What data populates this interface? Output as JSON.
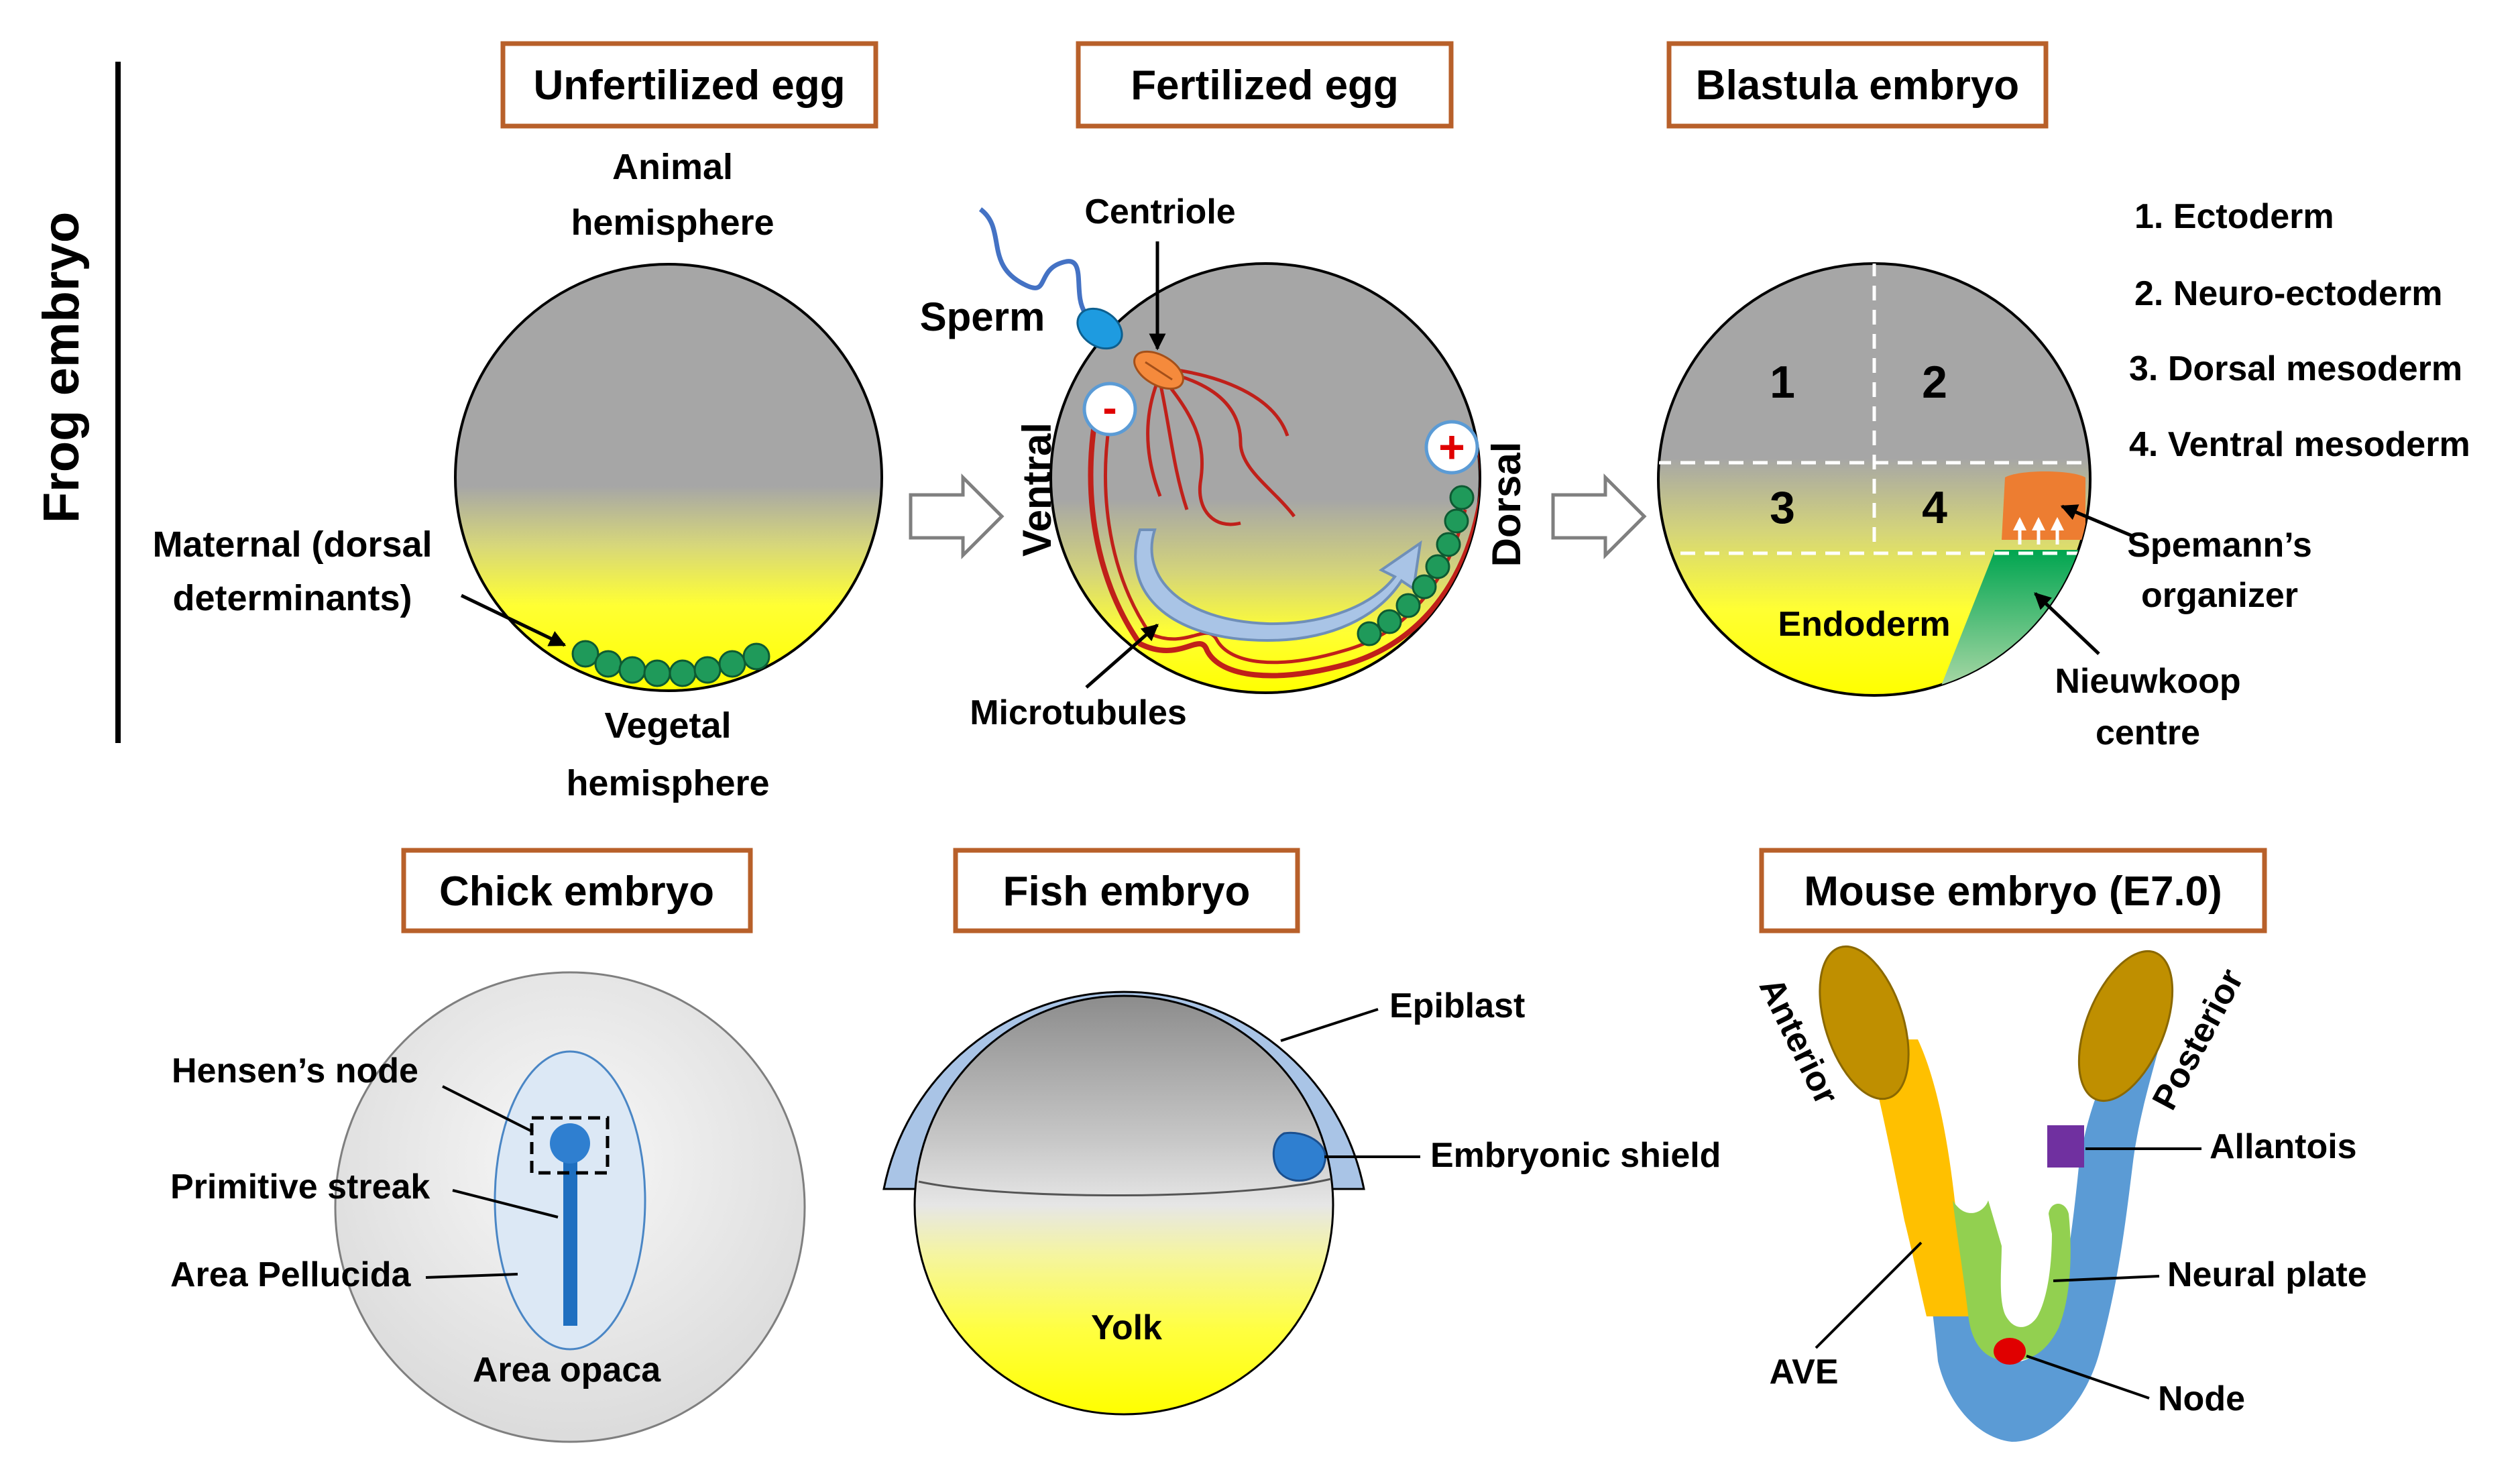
{
  "colors": {
    "box_border": "#b8602a",
    "grey": "#a6a6a6",
    "yellow": "#ffff00",
    "green_dot": "#1f9a5a",
    "microtubule": "#c0201a",
    "light_blue": "#a9c4e6",
    "mid_blue": "#5b9bd5",
    "dark_blue": "#1f6fc0",
    "orange": "#f5a623",
    "mustard": "#c4920a",
    "lime": "#92d050",
    "purple": "#7030a0",
    "node_red": "#e00000"
  },
  "frog": {
    "section_label": "Frog embryo",
    "unfertilized": {
      "title": "Unfertilized egg",
      "animal_line1": "Animal",
      "animal_line2": "hemisphere",
      "vegetal_line1": "Vegetal",
      "vegetal_line2": "hemisphere",
      "maternal_line1": "Maternal (dorsal",
      "maternal_line2": "determinants)"
    },
    "fertilized": {
      "title": "Fertilized egg",
      "sperm": "Sperm",
      "centriole": "Centriole",
      "ventral": "Ventral",
      "dorsal": "Dorsal",
      "microtubules": "Microtubules",
      "minus": "-",
      "plus": "+"
    },
    "blastula": {
      "title": "Blastula embryo",
      "q1": "1",
      "q2": "2",
      "q3": "3",
      "q4": "4",
      "endoderm": "Endoderm",
      "spemann_line1": "Spemann’s",
      "spemann_line2": "organizer",
      "nieuwkoop_line1": "Nieuwkoop",
      "nieuwkoop_line2": "centre",
      "legend": [
        "1. Ectoderm",
        "2. Neuro-ectoderm",
        "3. Dorsal mesoderm",
        "4. Ventral mesoderm"
      ]
    }
  },
  "chick": {
    "title": "Chick embryo",
    "hensens_node": "Hensen’s node",
    "primitive_streak": "Primitive streak",
    "area_pellucida": "Area Pellucida",
    "area_opaca": "Area opaca"
  },
  "fish": {
    "title": "Fish embryo",
    "epiblast": "Epiblast",
    "embryonic_shield": "Embryonic shield",
    "yolk": "Yolk"
  },
  "mouse": {
    "title": "Mouse embryo (E7.0)",
    "anterior": "Anterior",
    "posterior": "Posterior",
    "allantois": "Allantois",
    "neural_plate": "Neural plate",
    "ave": "AVE",
    "node": "Node"
  }
}
